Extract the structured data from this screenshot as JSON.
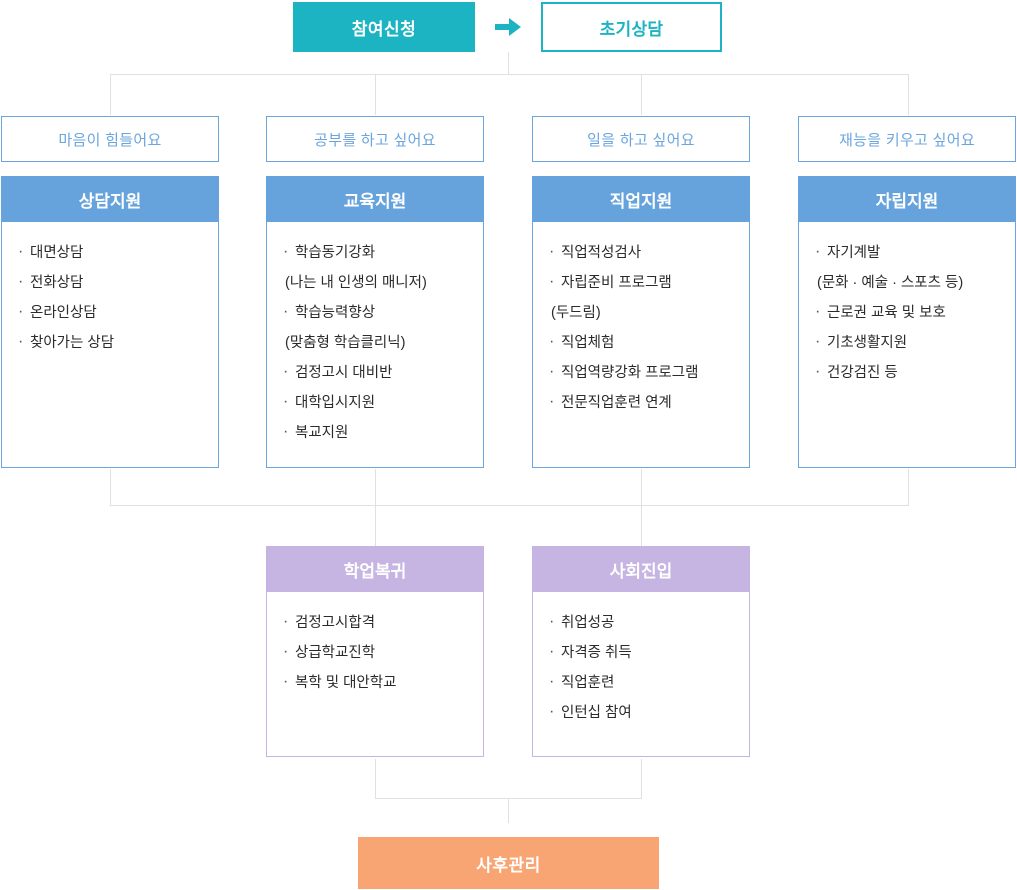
{
  "top": {
    "apply_label": "참여신청",
    "arrow_icon": "arrow-right-icon",
    "initial_counsel_label": "초기상담"
  },
  "categories": [
    {
      "label": "마음이 힘들어요"
    },
    {
      "label": "공부를 하고 싶어요"
    },
    {
      "label": "일을 하고 싶어요"
    },
    {
      "label": "재능을 키우고 싶어요"
    }
  ],
  "support_columns": [
    {
      "title": "상담지원",
      "items": [
        {
          "text": "대면상담",
          "cont": false
        },
        {
          "text": "전화상담",
          "cont": false
        },
        {
          "text": "온라인상담",
          "cont": false
        },
        {
          "text": "찾아가는 상담",
          "cont": false
        }
      ]
    },
    {
      "title": "교육지원",
      "items": [
        {
          "text": "학습동기강화",
          "cont": false
        },
        {
          "text": "(나는 내 인생의 매니저)",
          "cont": true
        },
        {
          "text": "학습능력향상",
          "cont": false
        },
        {
          "text": "(맞춤형 학습클리닉)",
          "cont": true
        },
        {
          "text": "검정고시 대비반",
          "cont": false
        },
        {
          "text": "대학입시지원",
          "cont": false
        },
        {
          "text": "복교지원",
          "cont": false
        }
      ]
    },
    {
      "title": "직업지원",
      "items": [
        {
          "text": "직업적성검사",
          "cont": false
        },
        {
          "text": "자립준비 프로그램",
          "cont": false
        },
        {
          "text": "(두드림)",
          "cont": true
        },
        {
          "text": "직업체험",
          "cont": false
        },
        {
          "text": "직업역량강화 프로그램",
          "cont": false
        },
        {
          "text": "전문직업훈련 연계",
          "cont": false
        }
      ]
    },
    {
      "title": "자립지원",
      "items": [
        {
          "text": "자기계발",
          "cont": false
        },
        {
          "text": "(문화 · 예술 · 스포츠 등)",
          "cont": true
        },
        {
          "text": "근로권 교육 및 보호",
          "cont": false
        },
        {
          "text": "기초생활지원",
          "cont": false
        },
        {
          "text": "건강검진 등",
          "cont": false
        }
      ]
    }
  ],
  "outcomes": [
    {
      "title": "학업복귀",
      "items": [
        {
          "text": "검정고시합격",
          "cont": false
        },
        {
          "text": "상급학교진학",
          "cont": false
        },
        {
          "text": "복학 및 대안학교",
          "cont": false
        }
      ]
    },
    {
      "title": "사회진입",
      "items": [
        {
          "text": "취업성공",
          "cont": false
        },
        {
          "text": "자격증 취득",
          "cont": false
        },
        {
          "text": "직업훈련",
          "cont": false
        },
        {
          "text": "인턴십 참여",
          "cont": false
        }
      ]
    }
  ],
  "footer": {
    "label": "사후관리"
  },
  "colors": {
    "teal": "#1cb4c3",
    "blue": "#66a3dd",
    "blue_border": "#6ba5dd",
    "purple": "#c6b5e3",
    "orange": "#f8a473",
    "connector": "#e0e0e0"
  }
}
